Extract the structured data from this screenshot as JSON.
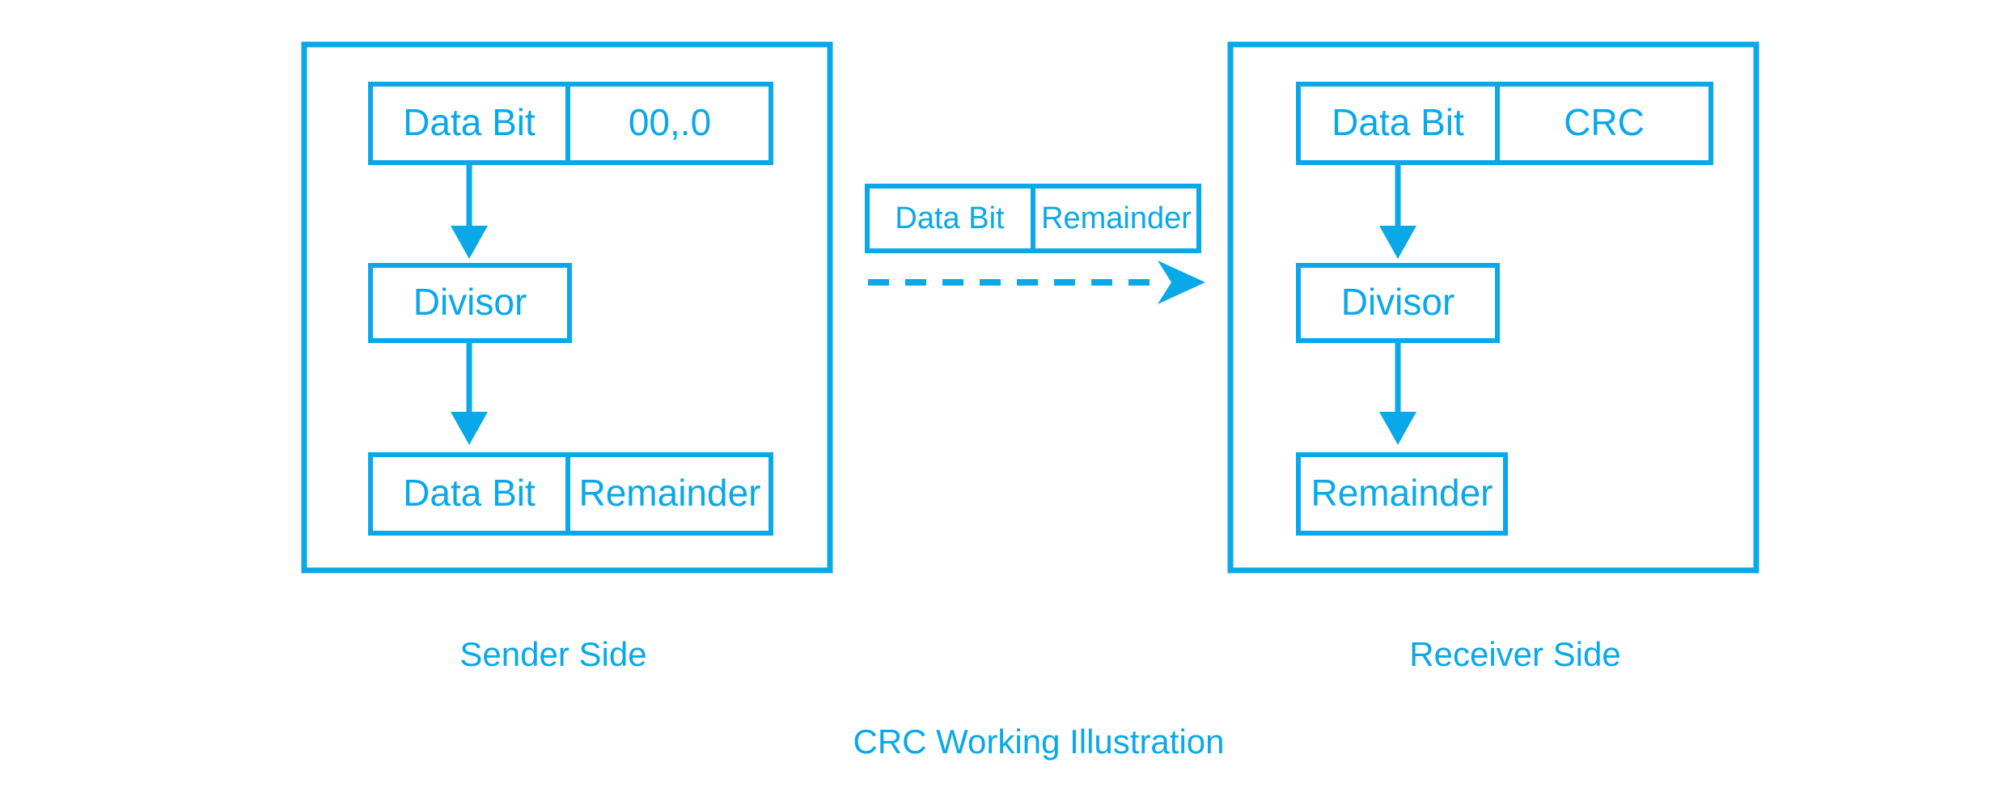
{
  "figure": {
    "title": "CRC Working Illustration",
    "accent_color": "#09a8e8",
    "background_color": "#ffffff"
  },
  "sender": {
    "caption": "Sender Side",
    "top_row": {
      "left_label": "Data Bit",
      "right_label": "00,.0"
    },
    "middle_box": {
      "label": "Divisor"
    },
    "bottom_row": {
      "left_label": "Data Bit",
      "right_label": "Remainder"
    }
  },
  "transmission": {
    "packet": {
      "left_label": "Data Bit",
      "right_label": "Remainder"
    },
    "arrow_icon": "dashed-right-arrow-icon"
  },
  "receiver": {
    "caption": "Receiver Side",
    "top_row": {
      "left_label": "Data Bit",
      "right_label": "CRC"
    },
    "middle_box": {
      "label": "Divisor"
    },
    "bottom_box": {
      "label": "Remainder"
    }
  }
}
